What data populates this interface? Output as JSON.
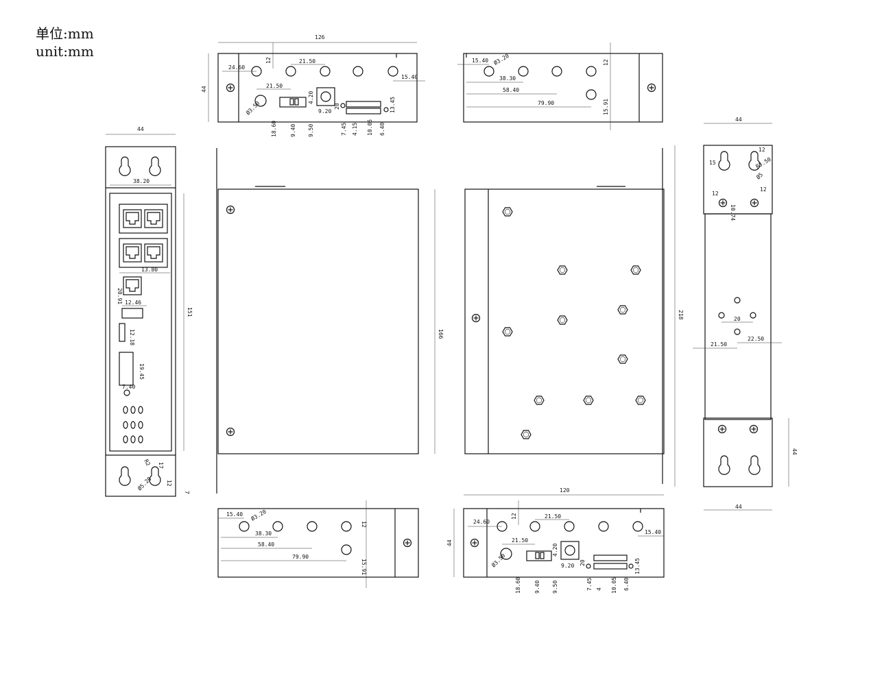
{
  "units": {
    "line1": "单位:mm",
    "line2": "unit:mm"
  },
  "icons": {
    "screw": "screw-icon",
    "hex_nut": "hex-nut-icon",
    "keyhole": "keyhole-icon",
    "rj45": "rj45-port-icon"
  },
  "views": {
    "top_left": {
      "width": "126",
      "height": "44",
      "d1": "24.60",
      "d2": "12",
      "d3": "21.50",
      "d4": "21.50",
      "d5": "15.40",
      "d6": "Ø3.50",
      "d7": "4.20",
      "d8": "9.20",
      "d9": "18.60",
      "d10": "9.40",
      "d11": "9.50",
      "d12": "7.45",
      "d13": "4.15",
      "d14": "10.05",
      "d15": "6.40",
      "d16": "13.45",
      "d17": "20"
    },
    "top_right": {
      "d1": "15.40",
      "d2": "Ø3.20",
      "d3": "12",
      "d4": "38.30",
      "d5": "58.40",
      "d6": "79.90",
      "d7": "15.91"
    },
    "front": {
      "width": "44",
      "inner": "38.20",
      "height": "151",
      "d1": "13.80",
      "d2": "20.91",
      "d3": "12.46",
      "d4": "12.18",
      "d5": "19.45",
      "d6": "7.40",
      "d7": "R2",
      "d8": "Ø5.20",
      "d9": "12",
      "d10": "17",
      "d11": "7"
    },
    "side": {
      "height": "166"
    },
    "back": {
      "width_top": "44",
      "width_bottom": "44",
      "height": "218",
      "bracket": "44",
      "d1": "12",
      "d2": "15",
      "d3": "R3.50",
      "d4": "Ø5",
      "d5": "12",
      "d6": "12",
      "d7": "10.74",
      "d8": "20",
      "d9": "21.50",
      "d10": "22.50"
    },
    "bottom_left": {
      "d1": "15.40",
      "d2": "Ø3.20",
      "d3": "12",
      "d4": "38.30",
      "d5": "58.40",
      "d6": "79.90",
      "d7": "15.91"
    },
    "bottom_right": {
      "width": "120",
      "height": "44",
      "d1": "24.60",
      "d2": "12",
      "d3": "21.50",
      "d4": "21.50",
      "d5": "15.40",
      "d6": "Ø3.50",
      "d7": "4.20",
      "d8": "9.20",
      "d9": "18.60",
      "d10": "9.40",
      "d11": "9.50",
      "d12": "7.45",
      "d13": "4",
      "d14": "10.05",
      "d15": "6.40",
      "d16": "13.45",
      "d17": "20"
    }
  }
}
